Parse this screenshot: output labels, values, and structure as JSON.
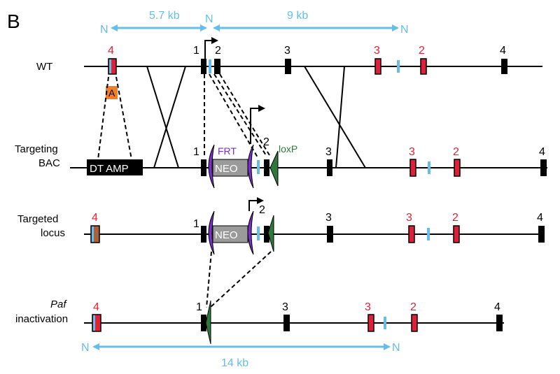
{
  "panel_label": "B",
  "colors": {
    "black": "#000000",
    "red": "#e0203a",
    "blue": "#66bde8",
    "orange": "#f07f2d",
    "purple": "#7a2fc8",
    "green": "#2e7a3c",
    "neo": "#9a9a9a"
  },
  "measures": {
    "top_left": "5.7 kb",
    "top_right": "9 kb",
    "bottom": "14 kb",
    "n_mark": "N"
  },
  "rows": {
    "wt": "WT",
    "bac_line1": "Targeting",
    "bac_line2": "BAC",
    "locus_line1": "Targeted",
    "locus_line2": "locus",
    "inact_italic": "Paf",
    "inact_line2": "inactivation"
  },
  "elements": {
    "a_label": "A",
    "dt_amp": "DT AMP",
    "neo": "NEO",
    "frt": "FRT",
    "loxp": "loxP"
  },
  "exons": {
    "wt": [
      "4",
      "1",
      "2",
      "3",
      "3",
      "2",
      "4"
    ],
    "bac": [
      "1",
      "2",
      "3",
      "3",
      "2",
      "4"
    ],
    "locus": [
      "4",
      "1",
      "2",
      "3",
      "3",
      "2",
      "4"
    ],
    "inact": [
      "4",
      "1",
      "3",
      "3",
      "2",
      "4"
    ]
  }
}
